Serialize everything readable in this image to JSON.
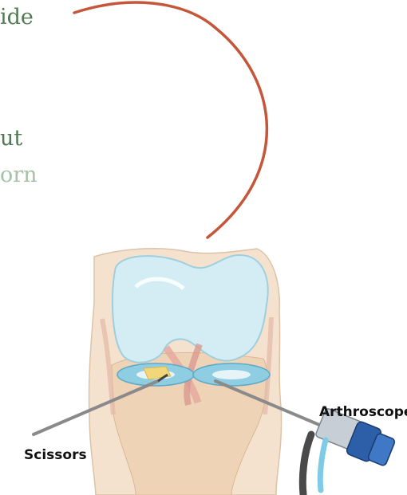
{
  "slide_text": {
    "line1": "ide",
    "line2": "ut",
    "line3": "orn"
  },
  "colors": {
    "text_dark": "#4f7a52",
    "text_light": "#a5c1a6",
    "arc": "#c4563a",
    "cartilage": "#cfe9f1",
    "meniscus": "#8ccbe0",
    "bone": "#f3dcc5"
  },
  "labels": {
    "scissors": "Scissors",
    "arthroscope": "Arthroscope"
  }
}
